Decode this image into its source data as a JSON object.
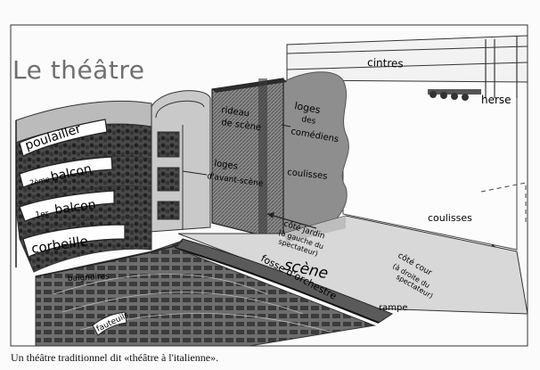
{
  "title": "Le théâtre",
  "caption": "Un théâtre traditionnel dit «théâtre à l'italienne».",
  "labels": {
    "poulailler": "poulailler",
    "balcon2_prefix": "2ème",
    "balcon2": "balcon",
    "balcon1_prefix": "1er",
    "balcon1": "balcon",
    "corbeille": "corbeille",
    "baignoires": "baignoires",
    "fauteuils": "fauteuils",
    "rideau_l1": "rideau",
    "rideau_l2": "de scène",
    "loges_scene_l1": "loges",
    "loges_scene_l2": "d'avant-scène",
    "loges_com_l1": "loges",
    "loges_com_l2": "des",
    "loges_com_l3": "comédiens",
    "cintres": "cintres",
    "herse": "herse",
    "coulisses_inner": "coulisses",
    "coulisses_right": "coulisses",
    "cote_jardin_l1": "côté jardin",
    "cote_jardin_l2": "(à gauche du",
    "cote_jardin_l3": "spectateur)",
    "scene": "scène",
    "fosse": "fosse d'orchestre",
    "cote_cour_l1": "côté cour",
    "cote_cour_l2": "(à droite du",
    "cote_cour_l3": "spectateur)",
    "rampe": "rampe"
  }
}
